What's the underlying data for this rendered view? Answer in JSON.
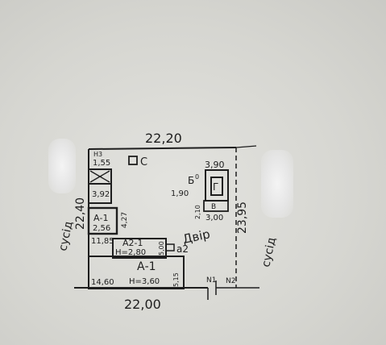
{
  "plan": {
    "dim_top": "22,20",
    "dim_bottom": "22,00",
    "dim_left": "22,40",
    "dim_right": "23,95",
    "corner_nz": "Н3",
    "label_155": "1,55",
    "marker_c": "С",
    "room_a1_upper": "А-1",
    "room_a1_upper_area": "2,56",
    "dim_392": "3,92",
    "dim_427": "4,27",
    "dim_1185": "11,85",
    "room_a2": "А2-1",
    "room_a2_height": "Н=2,80",
    "room_a2_width": "5,00",
    "room_a1": "А-1",
    "room_a1_height": "Н=3,60",
    "dim_1460": "14,60",
    "dim_515": "5,15",
    "marker_a2": "а2",
    "dim_390": "3,90",
    "room_g_label": "Б",
    "room_g_sub": "0",
    "room_g_letter": "Г",
    "dim_190": "1,90",
    "dim_210": "2,10",
    "room_v": "В",
    "dim_300": "3,00",
    "yard": "Двір",
    "n1": "N1",
    "n2": "N2",
    "neighbor_left": "сусід",
    "neighbor_right": "сусід"
  },
  "colors": {
    "ink": "#1e1e1e",
    "paper": "#dcdcd8",
    "redaction": "#eeeeee"
  }
}
